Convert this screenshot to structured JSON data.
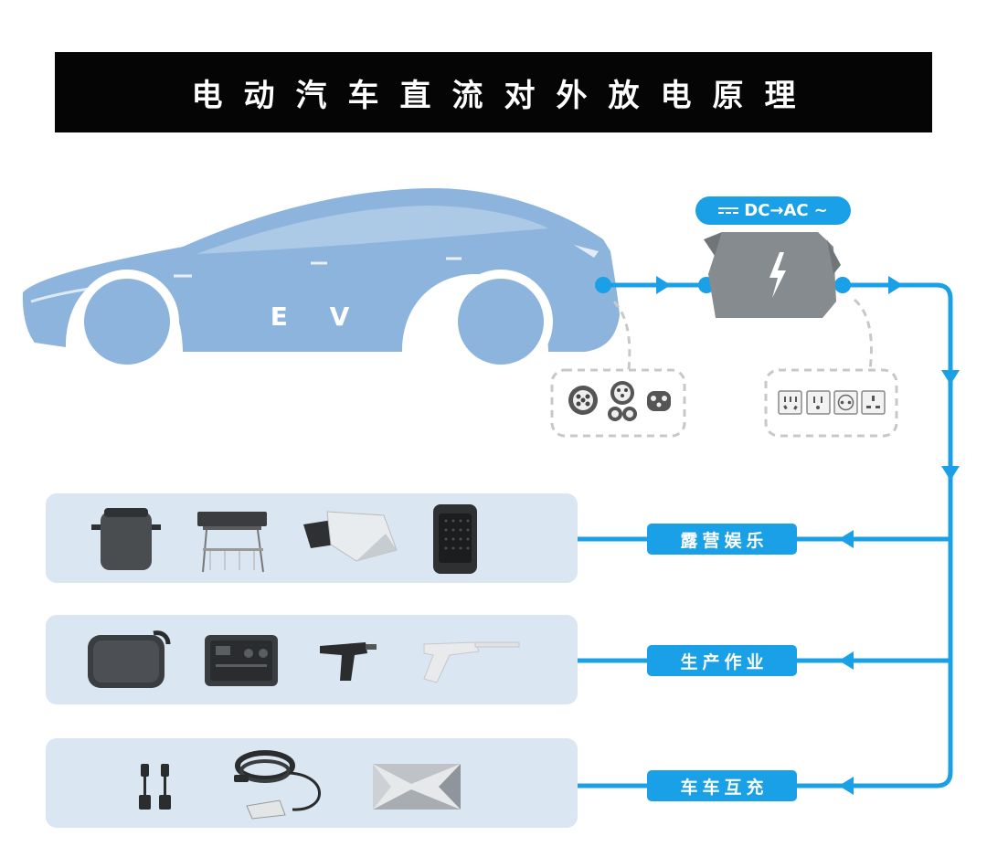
{
  "title": "电动汽车直流对外放电原理",
  "car_label": "E V",
  "inverter_badge": {
    "text": "DC→AC",
    "dc_icon": "dc-current-icon",
    "ac_icon": "ac-tilde-icon"
  },
  "connector_icons": [
    "ccs-connector-icon",
    "type2-connector-icon",
    "chademo-connector-icon"
  ],
  "socket_icons": [
    "cn-socket-icon",
    "us-socket-icon",
    "eu-socket-icon",
    "uk-socket-icon"
  ],
  "categories": [
    {
      "label": "露营娱乐",
      "products": [
        "electric-cooker-icon",
        "bbq-grill-icon",
        "camping-tent-icon",
        "portable-heater-icon"
      ]
    },
    {
      "label": "生产作业",
      "products": [
        "power-tool-case-icon",
        "portable-power-station-icon",
        "drill-gun-icon",
        "pressure-washer-icon"
      ]
    },
    {
      "label": "车车互充",
      "products": [
        "connector-adapters-icon",
        "charging-cable-icon",
        "charger-unit-icon"
      ]
    }
  ],
  "colors": {
    "flow_line": "#1aa0e6",
    "car_body": "#8db4dd",
    "inverter": "#858b8f",
    "panel_bg": "#dbe6f3",
    "title_bg": "#050505"
  }
}
